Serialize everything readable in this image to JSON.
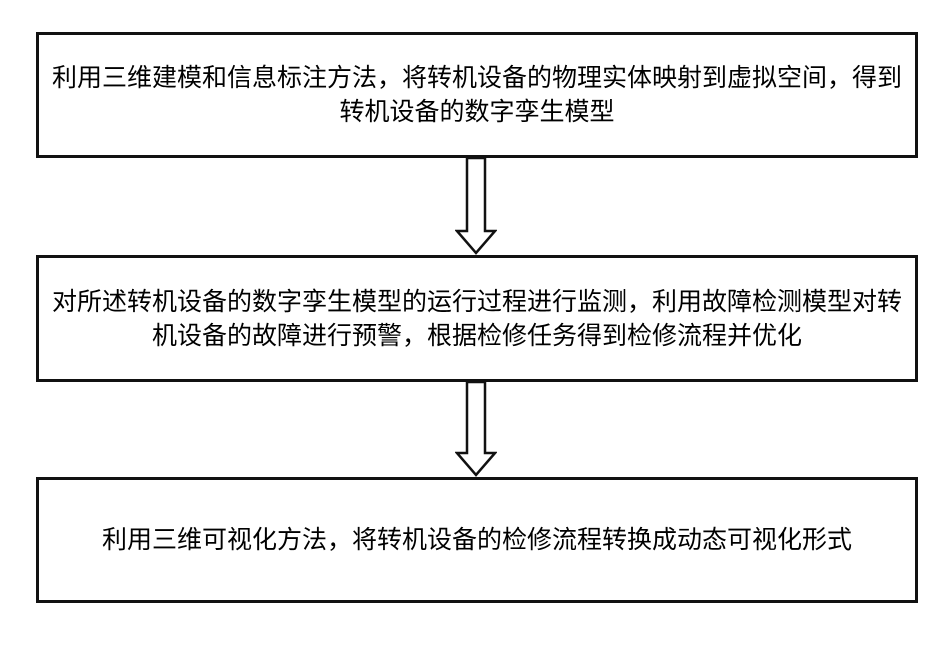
{
  "flowchart": {
    "steps": [
      {
        "text": "利用三维建模和信息标注方法，将转机设备的物理实体映射到虚拟空间，得到转机设备的数字孪生模型"
      },
      {
        "text": "对所述转机设备的数字孪生模型的运行过程进行监测，利用故障检测模型对转机设备的故障进行预警，根据检修任务得到检修流程并优化"
      },
      {
        "text": "利用三维可视化方法，将转机设备的检修流程转换成动态可视化形式"
      }
    ]
  }
}
